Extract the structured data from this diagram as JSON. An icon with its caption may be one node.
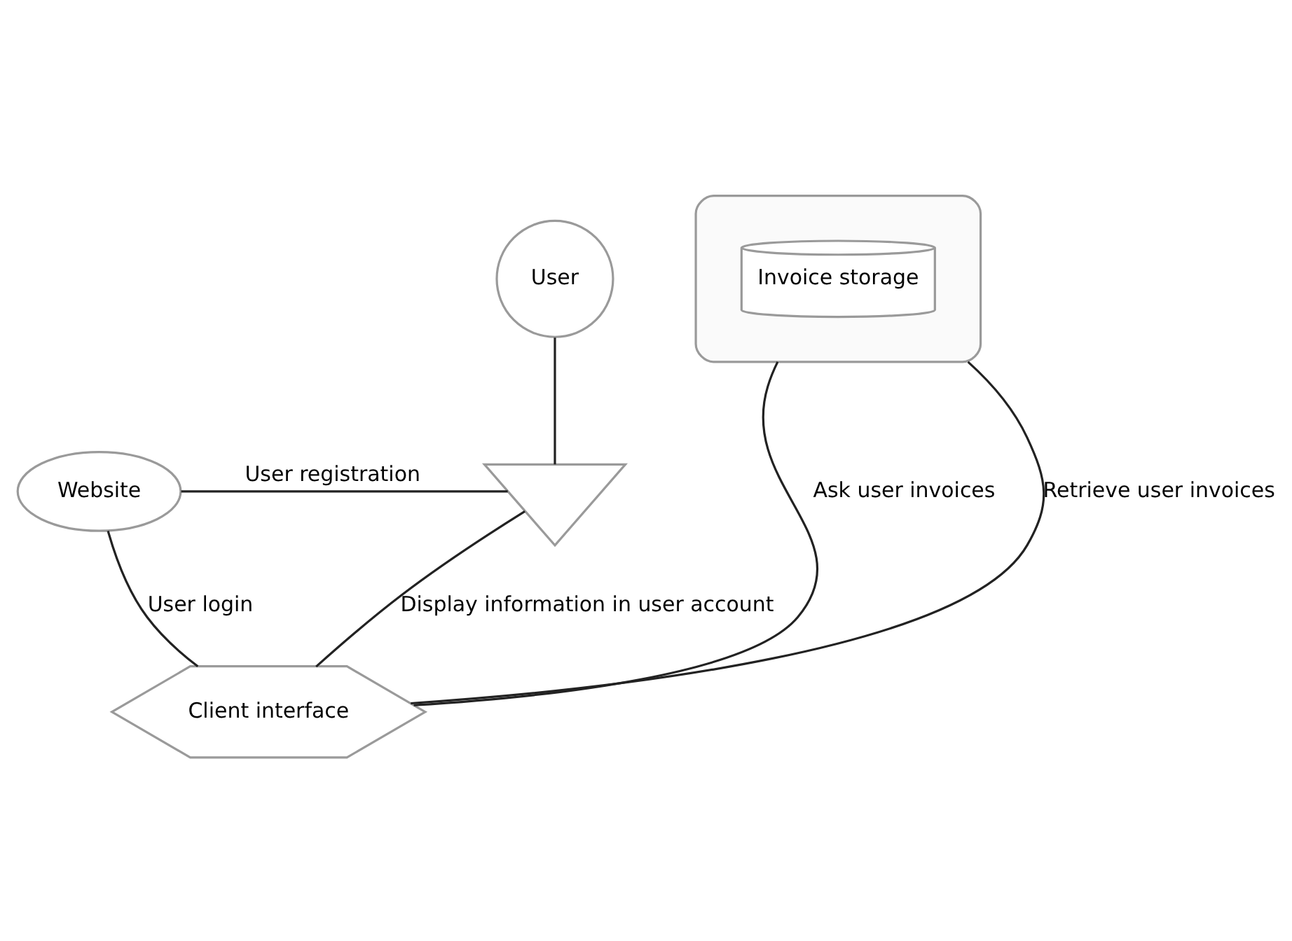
{
  "diagram": {
    "nodes": [
      {
        "text": [
          "User"
        ]
      },
      {
        "text": [
          "Website"
        ]
      },
      {
        "text": [],
        "shape": "triangle"
      },
      {
        "text": [],
        "shape": "cloud"
      },
      {
        "text": [
          "Invoice storage"
        ],
        "in": 3
      },
      {
        "text": [
          "Client interface"
        ]
      }
    ],
    "edges": [
      {
        "from": 0,
        "to": 2,
        "arrow": "none"
      },
      {
        "from": 1,
        "to": 2,
        "arrow": "none",
        "label": "User registration"
      },
      {
        "from": 2,
        "to": 5,
        "arrow": "none",
        "label": "Display information in user account"
      },
      {
        "from": 1,
        "to": 5,
        "arrow": "none",
        "label": "User login"
      },
      {
        "from": 3,
        "to": 5,
        "arrow": "none",
        "label": "Ask user invoices"
      },
      {
        "from": 3,
        "to": 5,
        "arrow": "none",
        "label": "Retrieve user invoices"
      }
    ]
  }
}
